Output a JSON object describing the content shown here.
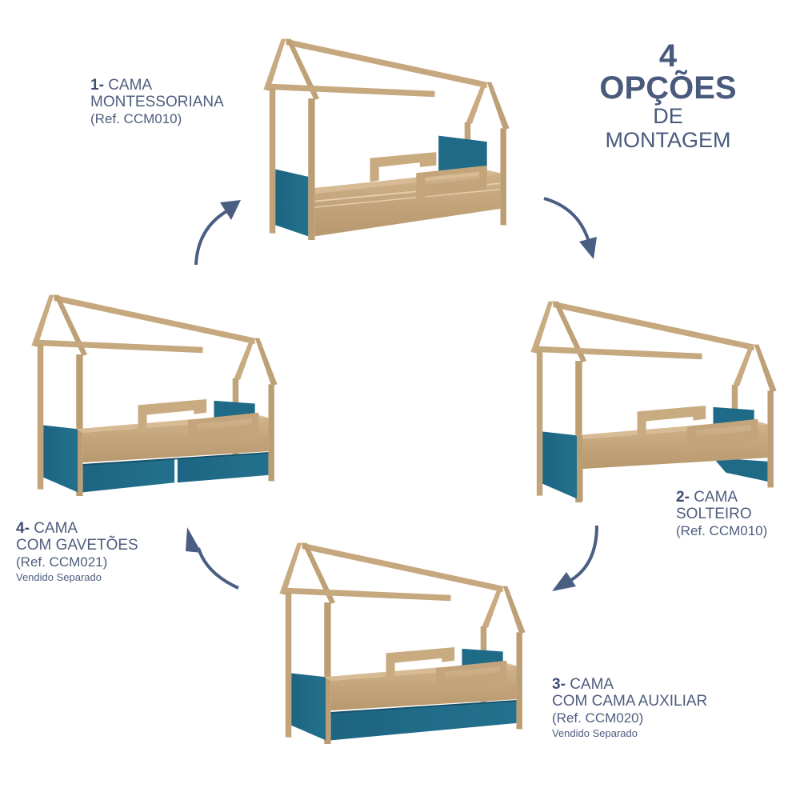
{
  "title": {
    "line1": "4",
    "line2": "OPÇÕES",
    "line3": "DE",
    "line4": "MONTAGEM"
  },
  "options": [
    {
      "number": "1-",
      "name_line1": "CAMA",
      "name_line2": "MONTESSORIANA",
      "ref": "(Ref. CCM010)",
      "note": ""
    },
    {
      "number": "2-",
      "name_line1": "CAMA",
      "name_line2": "SOLTEIRO",
      "ref": "(Ref. CCM010)",
      "note": ""
    },
    {
      "number": "3-",
      "name_line1": "CAMA",
      "name_line2": "COM CAMA AUXILIAR",
      "ref": "(Ref. CCM020)",
      "note": "Vendido Separado"
    },
    {
      "number": "4-",
      "name_line1": "CAMA",
      "name_line2": "COM GAVETÕES",
      "ref": "(Ref. CCM021)",
      "note": "Vendido Separado"
    }
  ],
  "colors": {
    "wood": "#c9ab82",
    "wood_dark": "#a88a63",
    "teal": "#1f6a86",
    "text": "#4f5d7e",
    "arrow": "#4a5d82"
  },
  "arrows": [
    {
      "direction": "clockwise",
      "from": "option-1",
      "to": "option-2"
    },
    {
      "direction": "clockwise",
      "from": "option-2",
      "to": "option-3"
    },
    {
      "direction": "clockwise",
      "from": "option-3",
      "to": "option-4"
    },
    {
      "direction": "clockwise",
      "from": "option-4",
      "to": "option-1"
    }
  ]
}
